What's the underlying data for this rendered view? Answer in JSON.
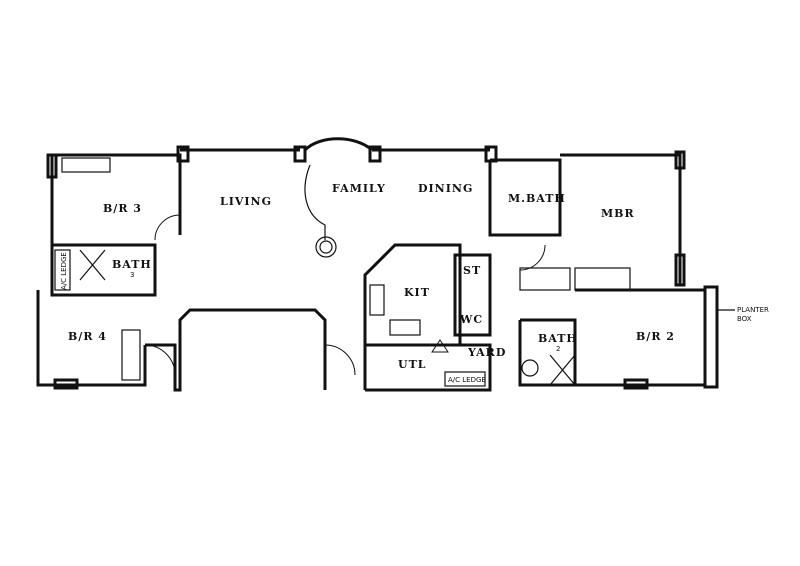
{
  "rooms": {
    "br3": "B/R 3",
    "living": "LIVING",
    "family": "FAMILY",
    "dining": "DINING",
    "mbath": "M.BATH",
    "mbr": "MBR",
    "bath3": "BATH",
    "bath3_num": "3",
    "br4": "B/R 4",
    "kit": "KIT",
    "st": "ST",
    "wc": "WC",
    "yard": "YARD",
    "utl": "UTL",
    "bath2": "BATH",
    "bath2_num": "2",
    "br2": "B/R 2",
    "ac_ledge_left": "A/C LEDGE",
    "ac_ledge_yard": "A/C LEDGE"
  },
  "annotations": {
    "planter_line1": "PLANTER",
    "planter_line2": "BOX"
  }
}
